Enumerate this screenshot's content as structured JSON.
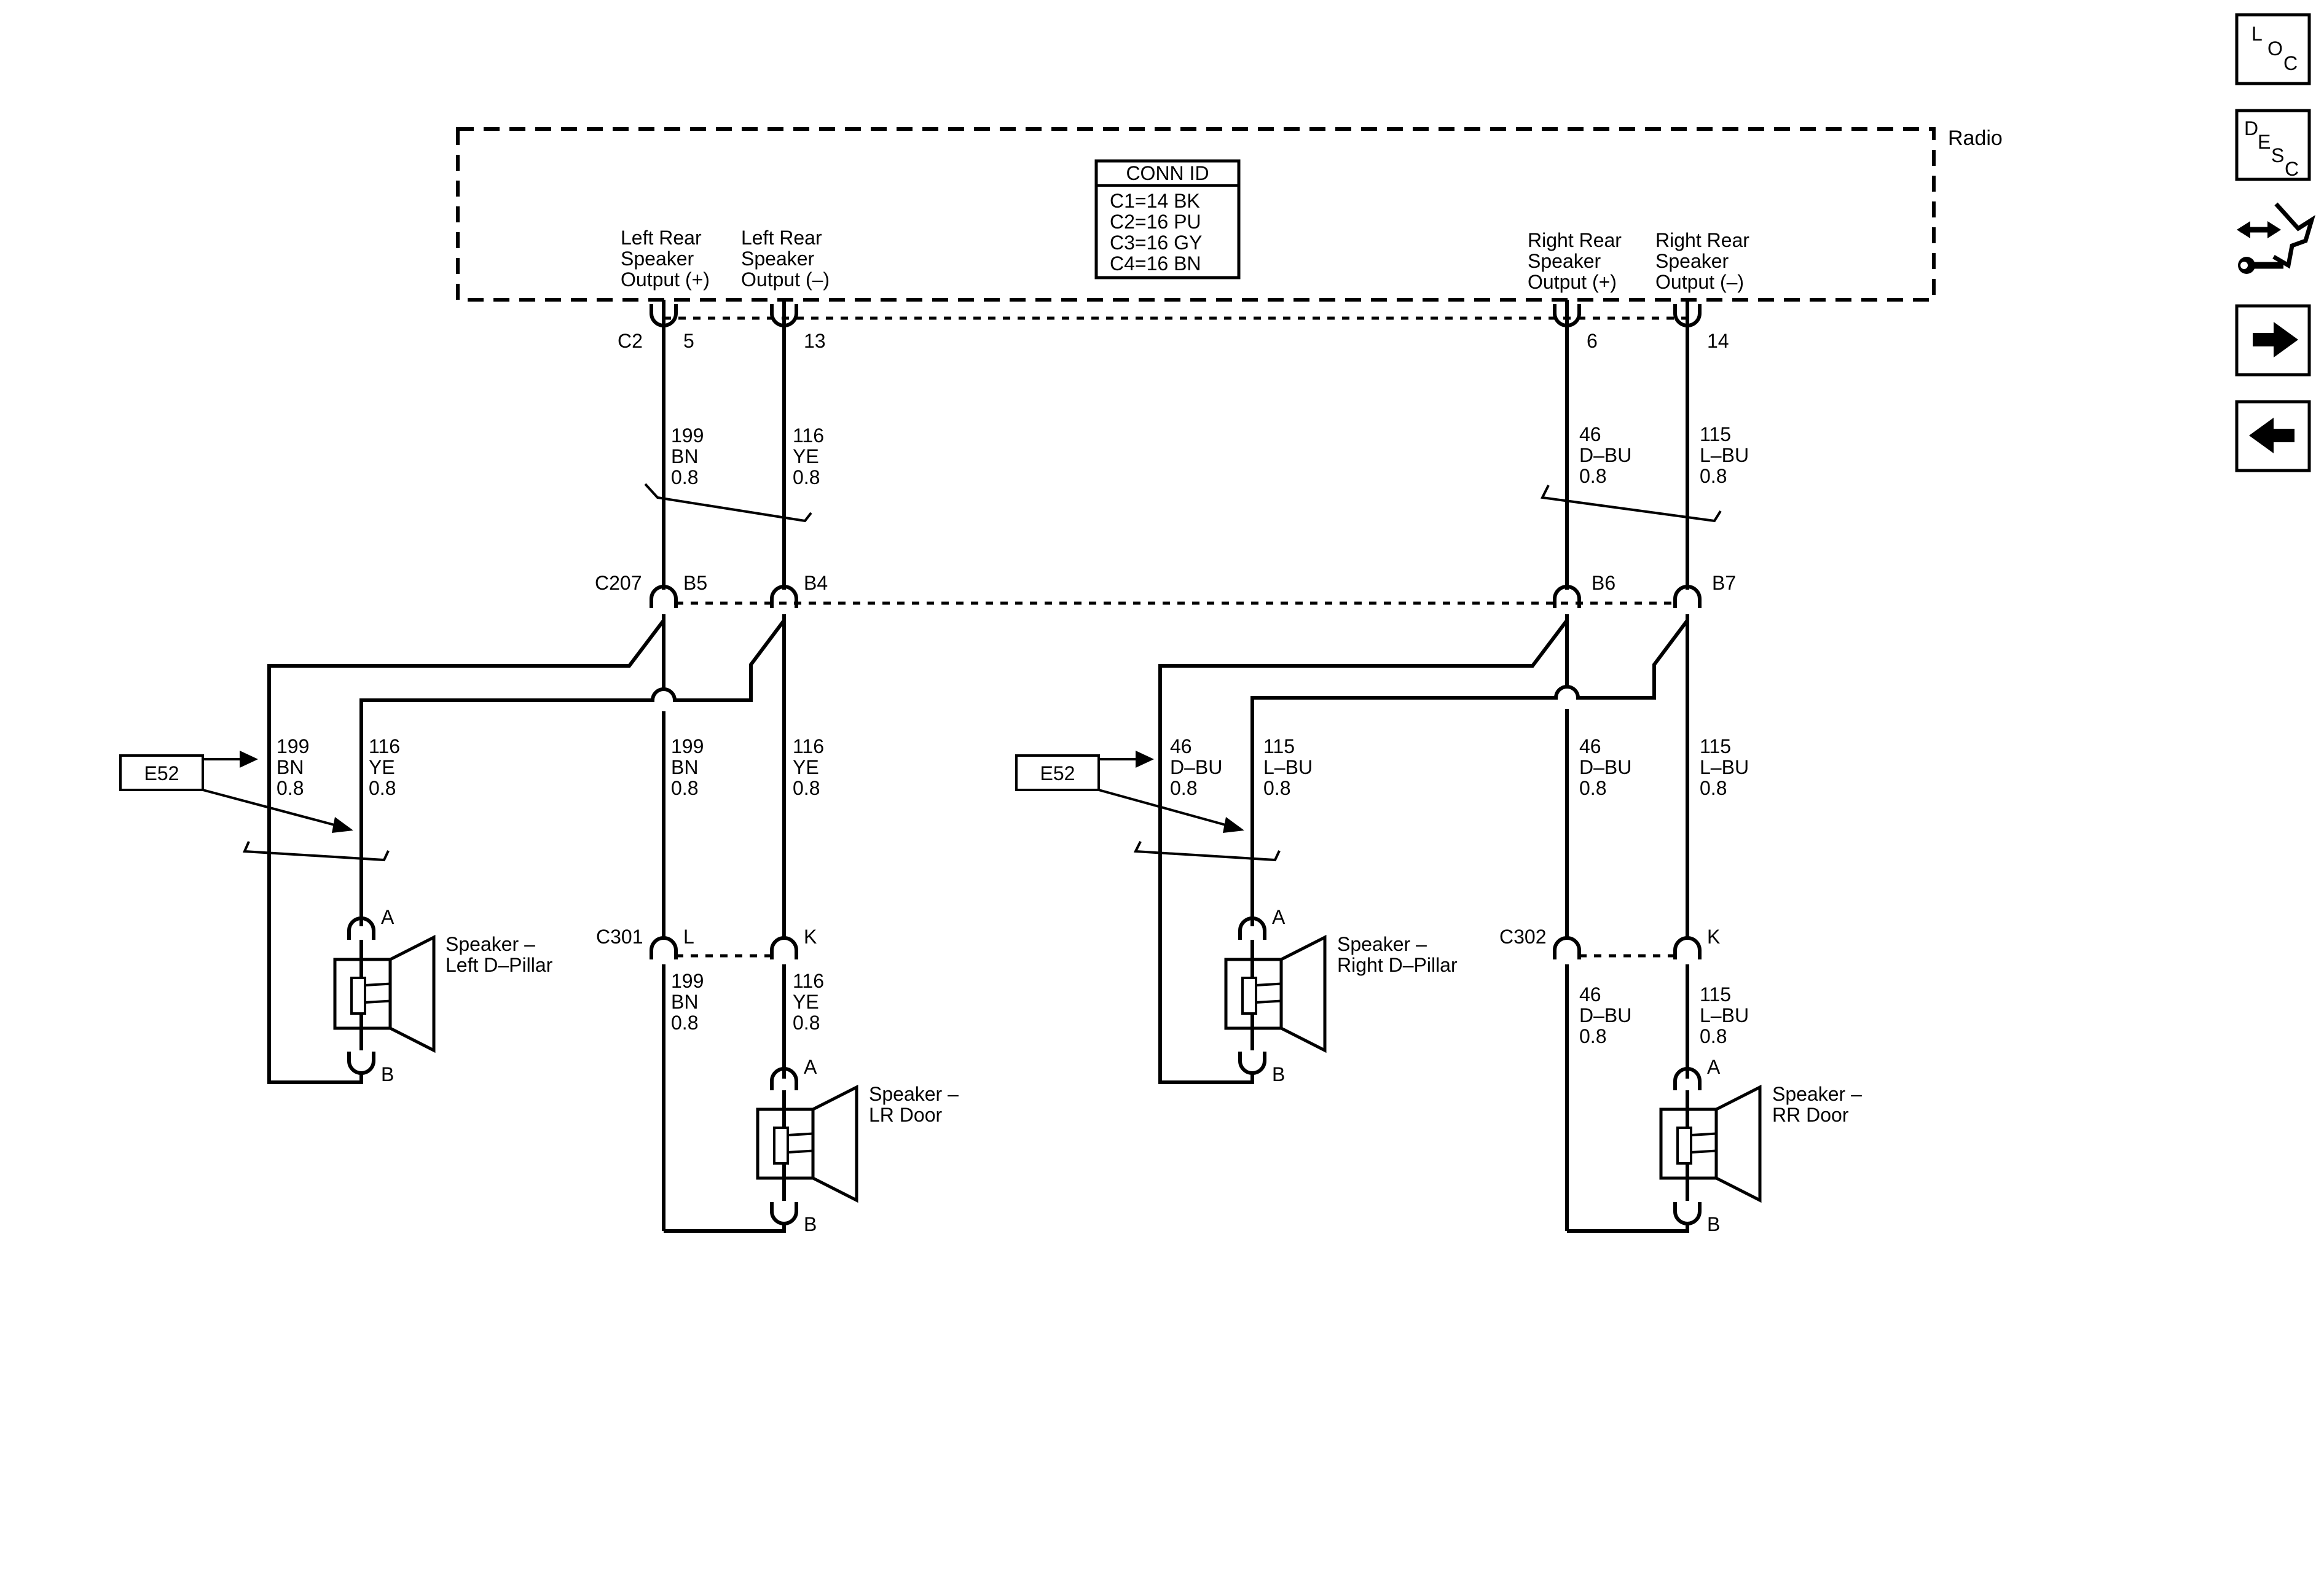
{
  "radio": {
    "label": "Radio",
    "conn_id": {
      "title": "CONN ID",
      "lines": [
        "C1=14 BK",
        "C2=16 PU",
        "C3=16 GY",
        "C4=16 BN"
      ]
    },
    "outputs": {
      "lr_pos": [
        "Left Rear",
        "Speaker",
        "Output (+)"
      ],
      "lr_neg": [
        "Left Rear",
        "Speaker",
        "Output (–)"
      ],
      "rr_pos": [
        "Right Rear",
        "Speaker",
        "Output (+)"
      ],
      "rr_neg": [
        "Right Rear",
        "Speaker",
        "Output (–)"
      ]
    }
  },
  "connectors": {
    "c2": "C2",
    "c207": "C207",
    "c301": "C301",
    "c302": "C302"
  },
  "pins": {
    "p5": "5",
    "p13": "13",
    "p6": "6",
    "p14": "14",
    "b5": "B5",
    "b4": "B4",
    "b6": "B6",
    "b7": "B7",
    "l": "L",
    "k_left": "K",
    "k_right": "K",
    "a": "A",
    "b": "B"
  },
  "wires": {
    "w199": [
      "199",
      "BN",
      "0.8"
    ],
    "w116": [
      "116",
      "YE",
      "0.8"
    ],
    "w46": [
      "46",
      "D–BU",
      "0.8"
    ],
    "w115": [
      "115",
      "L–BU",
      "0.8"
    ]
  },
  "splice_ref": "E52",
  "speakers": {
    "left_d_pillar": [
      "Speaker –",
      "Left D–Pillar"
    ],
    "right_d_pillar": [
      "Speaker –",
      "Right D–Pillar"
    ],
    "lr_door": [
      "Speaker –",
      "LR Door"
    ],
    "rr_door": [
      "Speaker –",
      "RR Door"
    ]
  },
  "nav": {
    "loc": [
      "L",
      "O",
      "C"
    ],
    "desc": [
      "D",
      "E",
      "S",
      "C"
    ],
    "icons": [
      "loc-icon",
      "desc-icon",
      "connector-tools-icon",
      "arrow-right-icon",
      "arrow-left-icon"
    ]
  }
}
